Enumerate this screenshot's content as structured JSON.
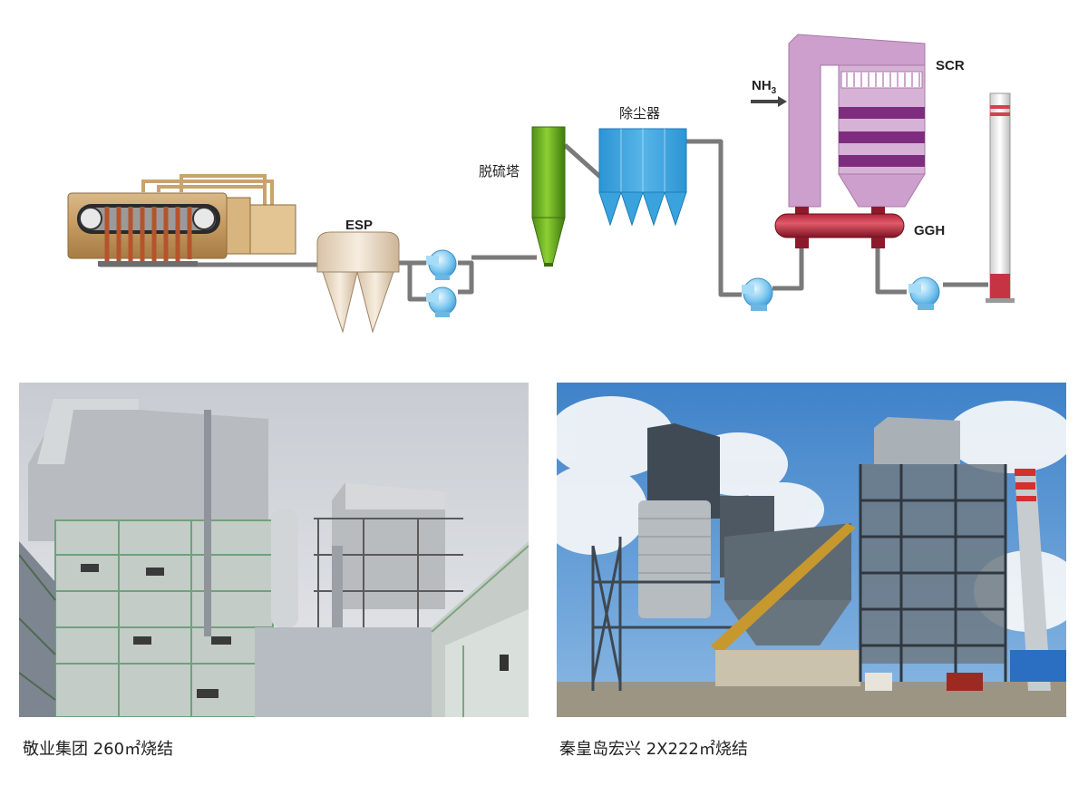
{
  "diagram": {
    "labels": {
      "esp": "ESP",
      "desulfurization_tower": "脱硫塔",
      "dust_collector": "除尘器",
      "nh3": "NH",
      "nh3_sub": "3",
      "scr": "SCR",
      "ggh": "GGH"
    }
  },
  "photos": [
    {
      "caption": "敬业集团 260㎡烧结"
    },
    {
      "caption": "秦皇岛宏兴 2X222㎡烧结"
    }
  ]
}
